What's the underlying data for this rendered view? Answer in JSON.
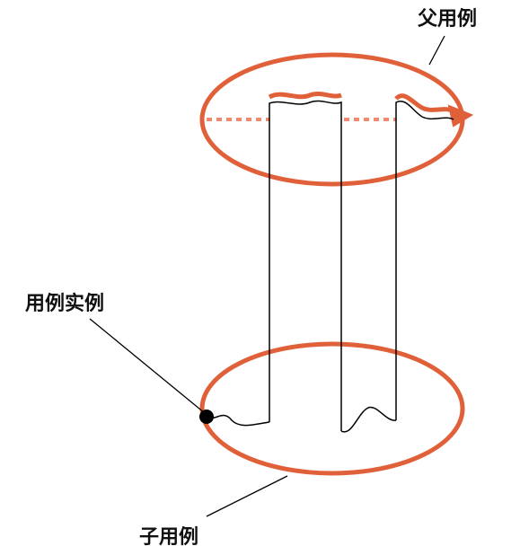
{
  "labels": {
    "parent_use_case": "父用例",
    "use_case_instance": "用例实例",
    "child_use_case": "子用例"
  },
  "colors": {
    "ellipse_stroke": "#e0603a",
    "dashed_path": "#f08a6a",
    "flow_line": "#000000",
    "instance_dot": "#000000",
    "background": "#ffffff"
  }
}
